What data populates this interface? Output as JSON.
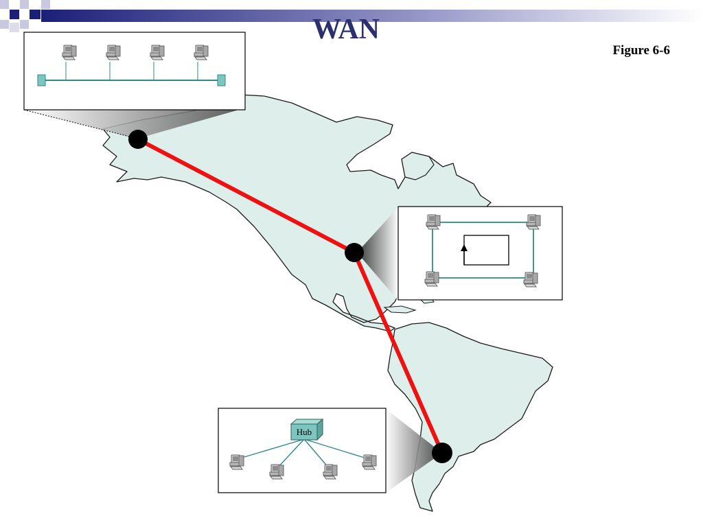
{
  "slide": {
    "title": "WAN",
    "figure_label": "Figure 6-6"
  },
  "colors": {
    "title": "#2b2f6e",
    "land": "#deeeea",
    "link": "#ee1111",
    "cable": "#2f8a86",
    "hub_fill": "#7cc6bf",
    "node": "#000000"
  },
  "wan": {
    "link_icon": "red-wan-link",
    "node_icon": "black-node-dot",
    "lans": [
      {
        "id": "bus",
        "topology_icon": "bus-topology",
        "computer_count": 4
      },
      {
        "id": "ring",
        "topology_icon": "ring-topology",
        "computer_count": 4
      },
      {
        "id": "star",
        "topology_icon": "star-topology",
        "computer_count": 4,
        "hub_label": "Hub"
      }
    ]
  }
}
